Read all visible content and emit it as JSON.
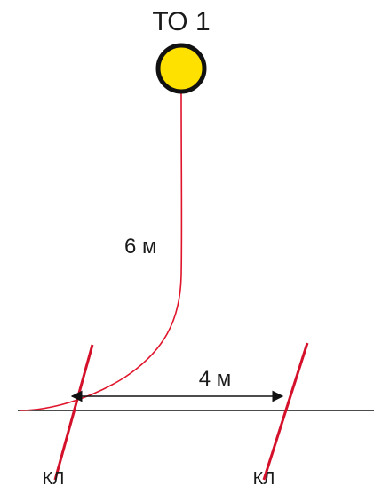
{
  "diagram": {
    "marker_label": "ТО 1",
    "distance_label": "6 м",
    "spacing_label": "4 м",
    "boundary_label_left": "КЛ",
    "boundary_label_right": "КЛ"
  },
  "colors": {
    "marker_fill": "#FFE100",
    "marker_stroke": "#111111",
    "cable_line": "#E0142B",
    "boundary_line": "#D4102A",
    "ground_line": "#111111",
    "dimension_arrow": "#111111"
  }
}
